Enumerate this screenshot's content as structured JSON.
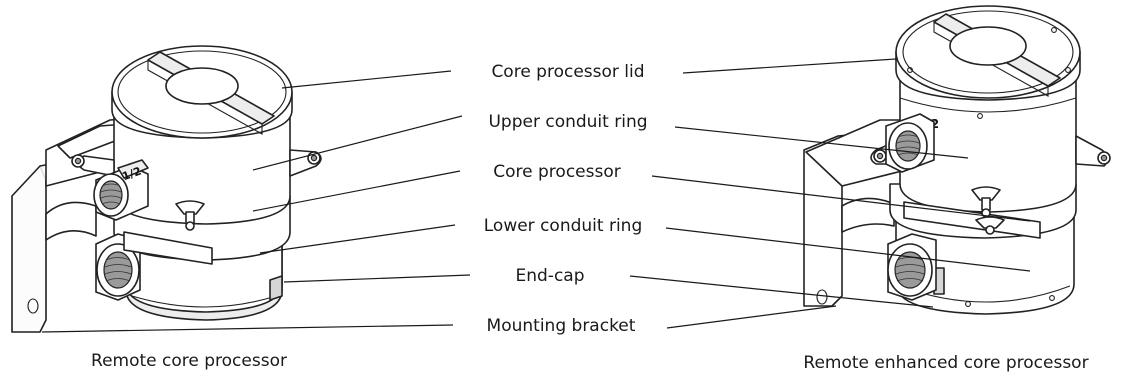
{
  "labels": {
    "core_processor_lid": "Core processor lid",
    "upper_conduit_ring": "Upper conduit ring",
    "core_processor": "Core processor",
    "lower_conduit_ring": "Lower conduit ring",
    "end_cap": "End-cap",
    "mounting_bracket": "Mounting bracket"
  },
  "captions": {
    "left": "Remote core processor",
    "right": "Remote enhanced core processor"
  },
  "marking": "1/2"
}
